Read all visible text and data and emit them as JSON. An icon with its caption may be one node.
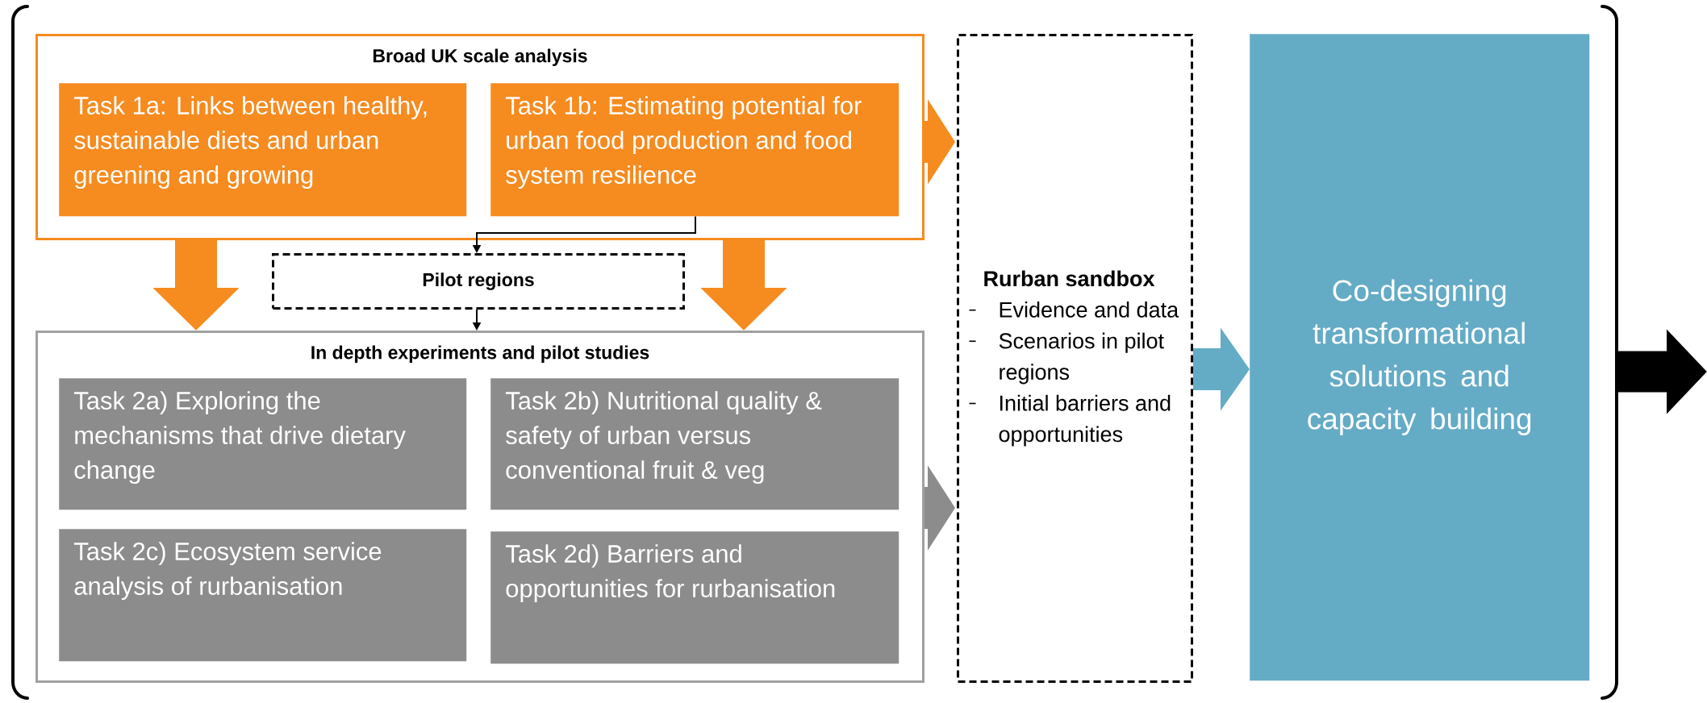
{
  "diagram": {
    "nodes": [
      {
        "text": [
          "Broad UK scale analysis"
        ]
      },
      {
        "text": [
          "Task 1a: Links between healthy, sustainable diets and urban greening and growing"
        ],
        "in": 0
      },
      {
        "text": [
          "Task 1b: Estimating potential for urban food production and food system resilience"
        ],
        "in": 0
      },
      {
        "text": [
          "Pilot regions"
        ]
      },
      {
        "text": [
          "In depth experiments and pilot studies"
        ]
      },
      {
        "text": [
          "Task 2a) Exploring the mechanisms that drive dietary change"
        ],
        "in": 4
      },
      {
        "text": [
          "Task 2b) Nutritional quality & safety of urban versus conventional fruit & veg"
        ],
        "in": 4
      },
      {
        "text": [
          "Task 2c) Ecosystem service analysis of rurbanisation"
        ],
        "in": 4
      },
      {
        "text": [
          "Task 2d) Barriers and opportunities for rurbanisation"
        ],
        "in": 4
      },
      {
        "text": [
          "Rurban sandbox",
          "Evidence and data",
          "Scenarios in pilot regions",
          "Initial barriers and opportunities"
        ]
      },
      {
        "text": [
          "Co-designing transformational solutions and capacity building"
        ]
      }
    ],
    "edges": [
      {
        "from": 0,
        "to": 9,
        "arrow": "to",
        "color": "#f68b1f"
      },
      {
        "from": 2,
        "to": 3,
        "arrow": "to",
        "color": "#000000"
      },
      {
        "from": 0,
        "to": 4,
        "arrow": "to",
        "color": "#f68b1f"
      },
      {
        "from": 0,
        "to": 4,
        "arrow": "to",
        "color": "#f68b1f"
      },
      {
        "from": 3,
        "to": 4,
        "arrow": "to",
        "color": "#000000"
      },
      {
        "from": 4,
        "to": 9,
        "arrow": "to",
        "color": "#8c8c8c"
      },
      {
        "from": 9,
        "to": 10,
        "arrow": "to",
        "color": "#64abc6"
      }
    ]
  }
}
